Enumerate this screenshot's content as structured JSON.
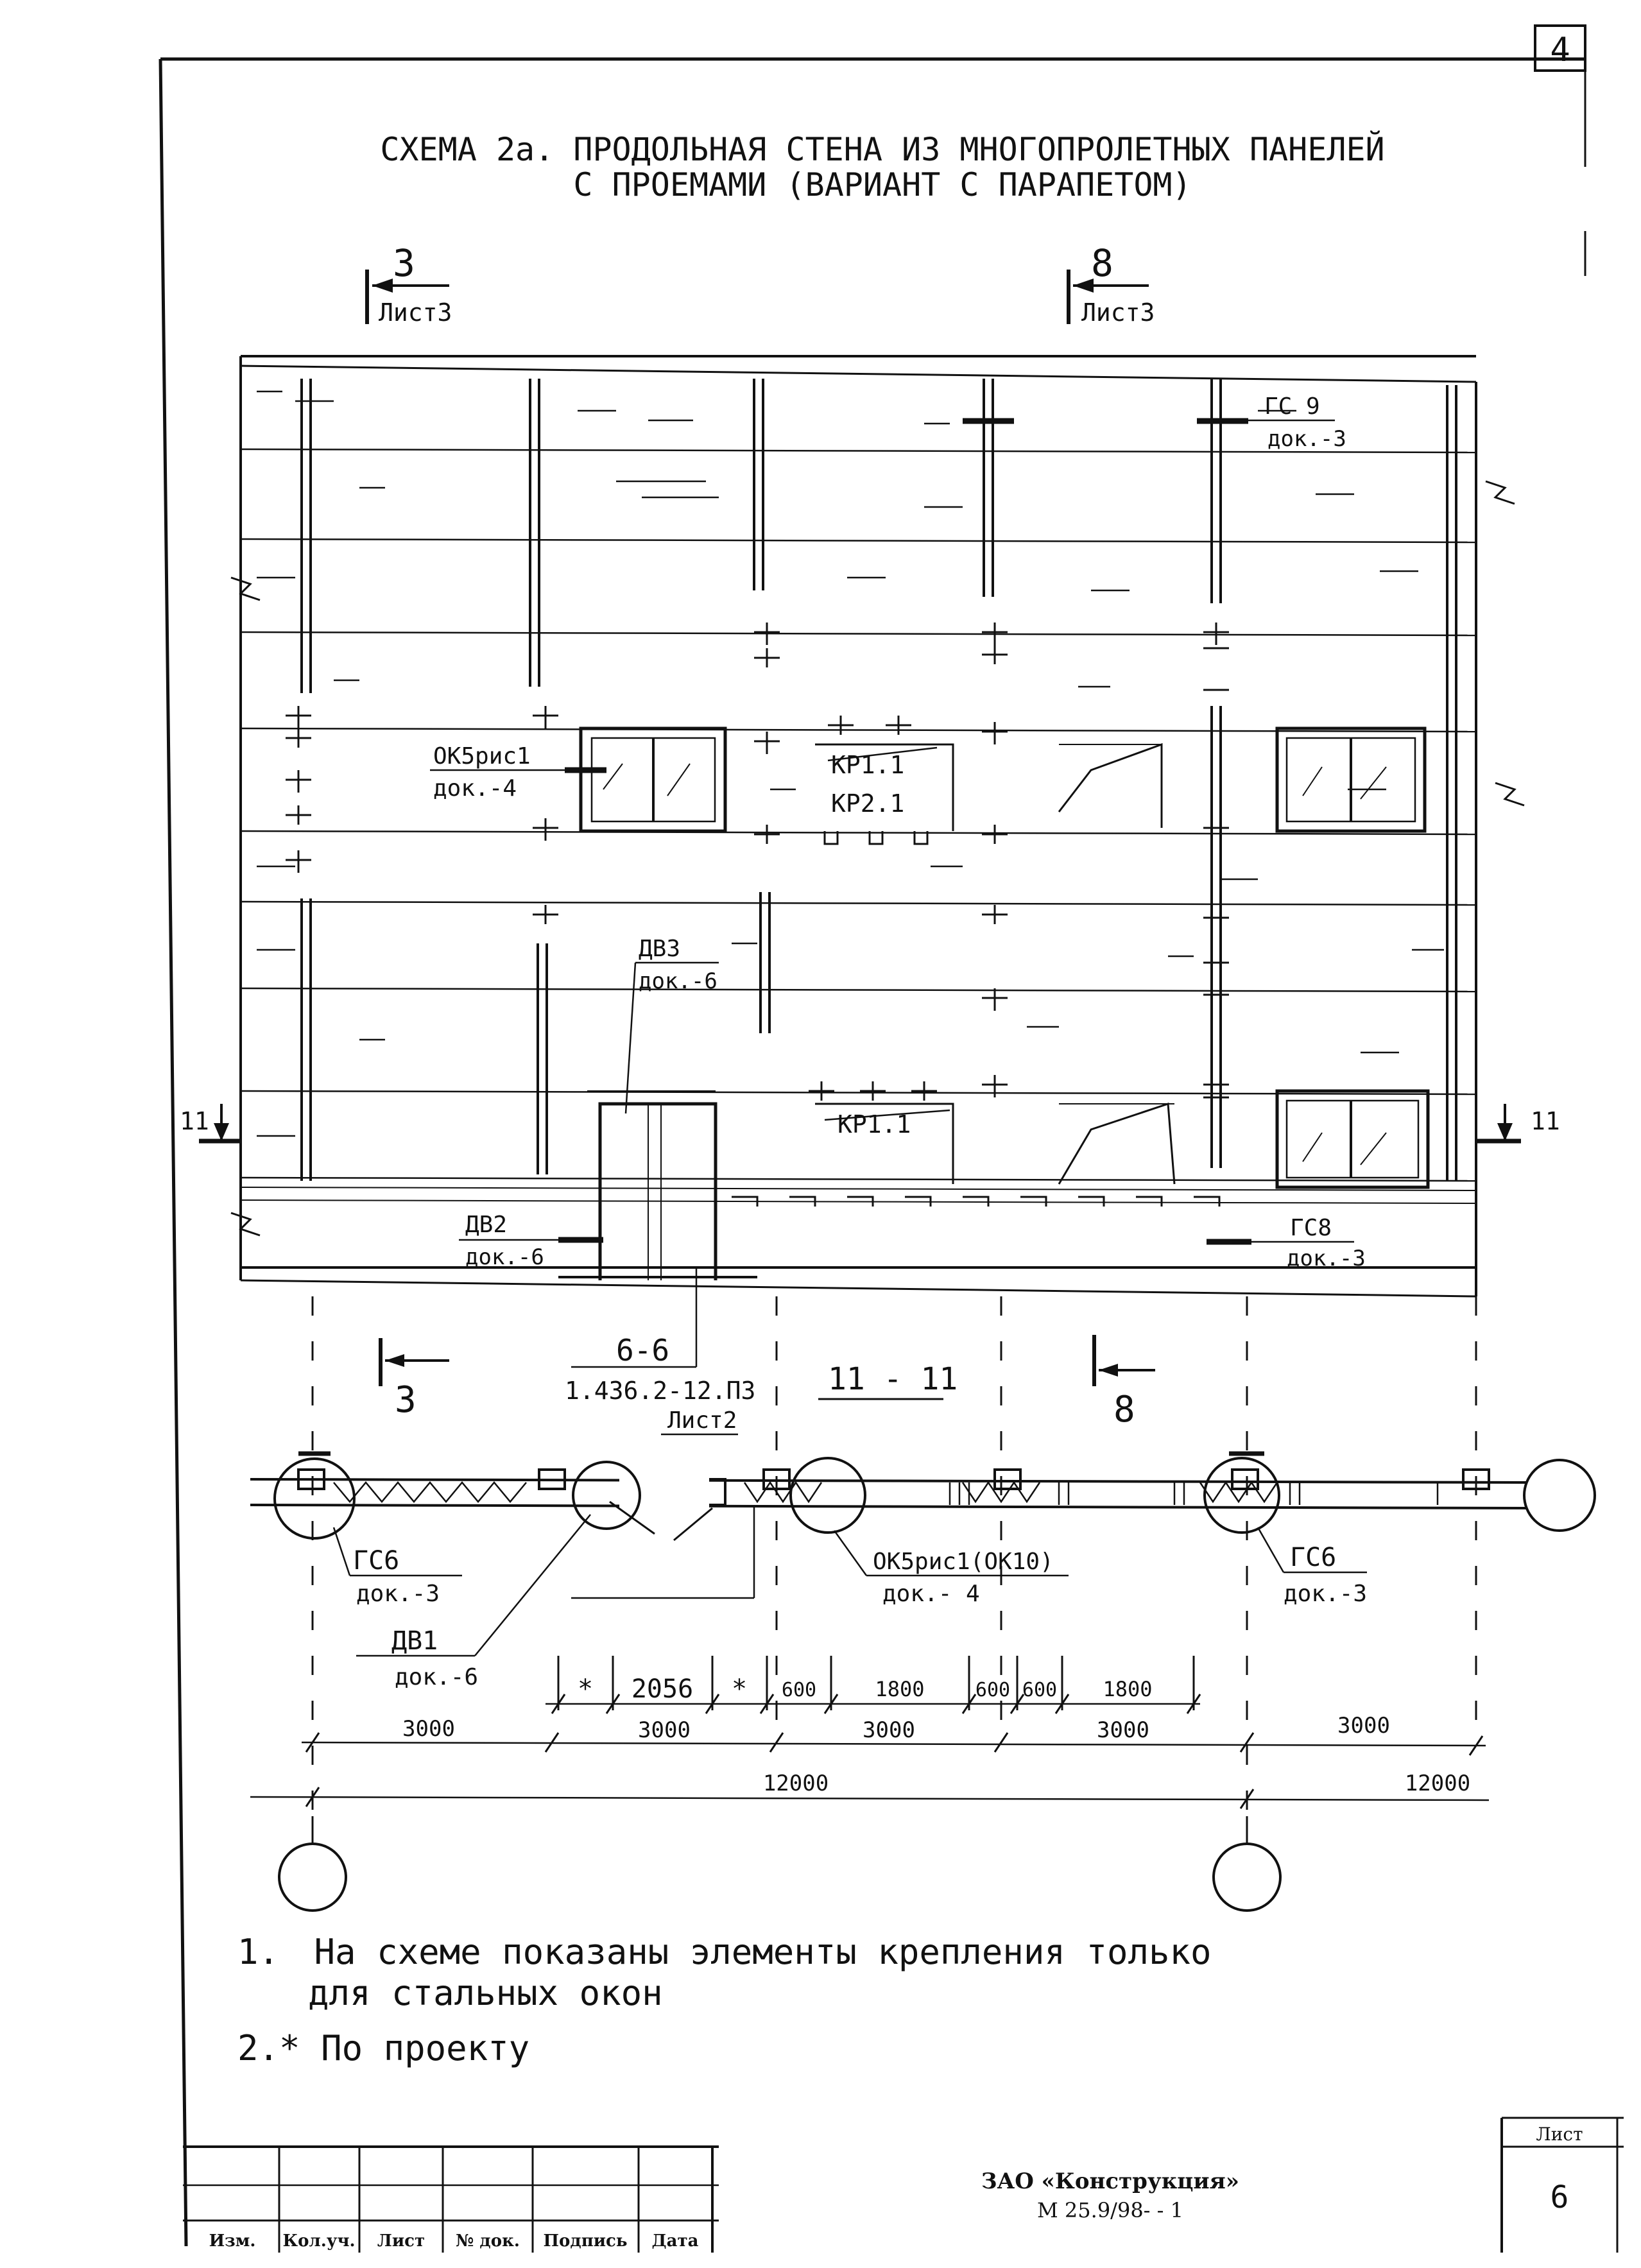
{
  "sheet_corner_number": "4",
  "title": {
    "line1": "СХЕМА 2а. ПРОДОЛЬНАЯ СТЕНА ИЗ МНОГОПРОЛЕТНЫХ ПАНЕЛЕЙ",
    "line2": "С ПРОЕМАМИ (ВАРИАНТ С ПАРАПЕТОМ)"
  },
  "section_refs_top": [
    {
      "num": "3",
      "sheet": "Лист3"
    },
    {
      "num": "8",
      "sheet": "Лист3"
    }
  ],
  "elevation_labels": {
    "gs9": {
      "code": "ГС 9",
      "doc": "док.-3"
    },
    "ok5": {
      "code": "ОК5рис1",
      "doc": "док.-4"
    },
    "kr11_upper": "КР1.1",
    "kr21": "КР2.1",
    "dv3": {
      "code": "ДВ3",
      "doc": "док.-6"
    },
    "kr11_lower": "КР1.1",
    "dv2": {
      "code": "ДВ2",
      "doc": "док.-6"
    },
    "gs8": {
      "code": "ГС8",
      "doc": "док.-3"
    },
    "cut_left": "11",
    "cut_right": "11"
  },
  "plan_labels": {
    "sec_left": "3",
    "sec_right": "8",
    "cut66": {
      "code": "6-6",
      "ref": "1.436.2-12.ПЗ",
      "sheet": "Лист2"
    },
    "section_title": "11 - 11",
    "gs6_left": {
      "code": "ГС6",
      "doc": "док.-3"
    },
    "dv1": {
      "code": "ДВ1",
      "doc": "док.-6"
    },
    "ok5_plan": {
      "code": "ОК5рис1(ОК10)",
      "doc": "док.- 4"
    },
    "gs6_right": {
      "code": "ГС6",
      "doc": "док.-3"
    }
  },
  "dimensions": {
    "row1": [
      "*",
      "2056",
      "*",
      "600",
      "1800",
      "600",
      "600",
      "1800"
    ],
    "row2": [
      "3000",
      "3000",
      "3000",
      "3000",
      "3000"
    ],
    "row3": [
      "12000",
      "12000"
    ]
  },
  "notes": [
    {
      "num": "1.",
      "text_l1": "На схеме показаны элементы крепления только",
      "text_l2": "для стальных окон"
    },
    {
      "num": "2.",
      "star": "*",
      "text": "По проекту"
    }
  ],
  "title_block": {
    "cols": [
      "Изм.",
      "Кол.уч.",
      "Лист",
      "№ док.",
      "Подпись",
      "Дата"
    ],
    "company": "ЗАО «Конструкция»",
    "code": "М 25.9/98- - 1",
    "sheet_label": "Лист",
    "sheet_no": "6"
  }
}
